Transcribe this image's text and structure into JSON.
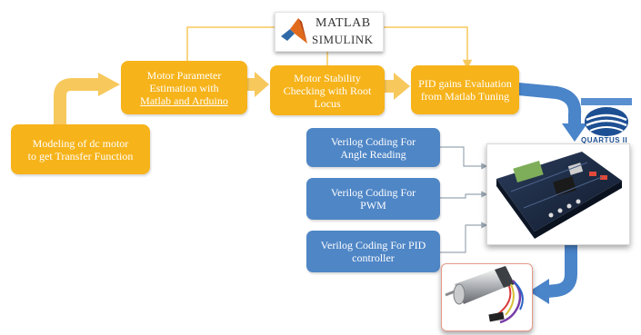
{
  "logo": {
    "line1": "MATLAB",
    "line2": "SIMULINK"
  },
  "steps": {
    "modeling": {
      "lines": [
        "Modeling of dc motor",
        "to get Transfer Function"
      ]
    },
    "estimation": {
      "lines": [
        "Motor Parameter",
        "Estimation with",
        "Matlab and Arduino"
      ]
    },
    "stability": {
      "lines": [
        "Motor Stability",
        "Checking with Root",
        "Locus"
      ]
    },
    "pid": {
      "lines": [
        "PID gains Evaluation",
        "from Matlab Tuning"
      ]
    }
  },
  "verilog": {
    "angle": {
      "lines": [
        "Verilog Coding For",
        "Angle Reading"
      ]
    },
    "pwm": {
      "lines": [
        "Verilog Coding For",
        "PWM"
      ]
    },
    "pid": {
      "lines": [
        "Verilog Coding For PID",
        "controller"
      ]
    }
  },
  "quartus": {
    "label": "QUARTUS II"
  },
  "colors": {
    "step": "#f6b31a",
    "step_connector": "#f7c85c",
    "verilog": "#4f86c6",
    "flow_arrow": "#4a84c9"
  },
  "icons": [
    "matlab-membrane-icon",
    "quartus-ii-logo",
    "fpga-board-image",
    "geared-dc-motor-image"
  ]
}
